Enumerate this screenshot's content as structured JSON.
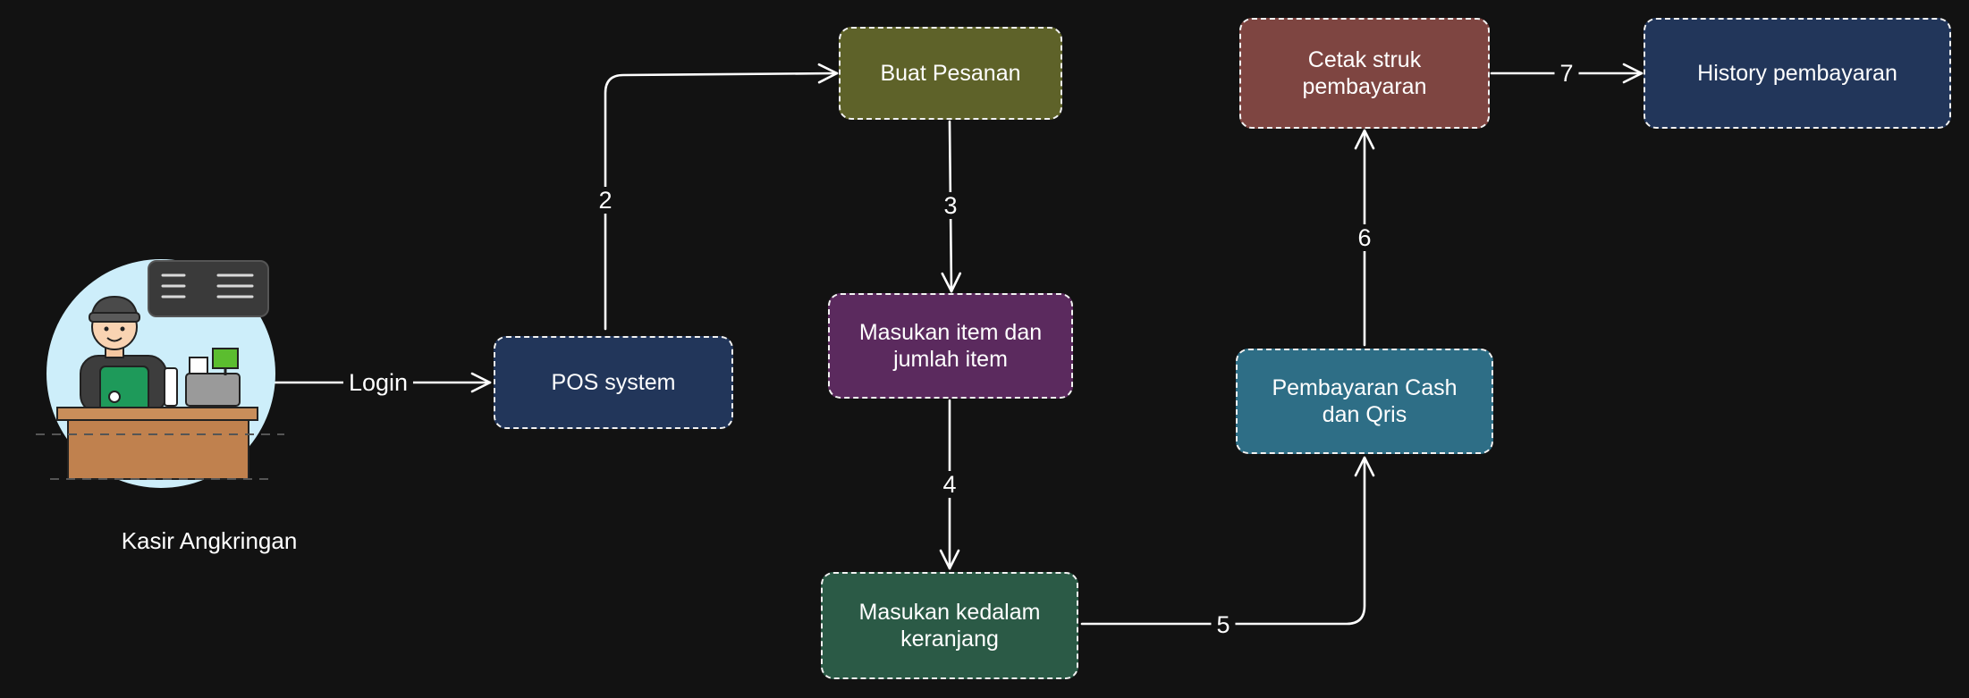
{
  "actor": {
    "label": "Kasir Angkringan"
  },
  "nodes": {
    "pos": {
      "label": "POS system",
      "color": "#22365a"
    },
    "buat": {
      "label": "Buat Pesanan",
      "color": "#5e6229"
    },
    "masukan_item": {
      "label": "Masukan item dan\njumlah item",
      "color": "#5b2a5e"
    },
    "keranjang": {
      "label": "Masukan kedalam\nkeranjang",
      "color": "#2b5a46"
    },
    "pembayaran": {
      "label": "Pembayaran Cash\ndan Qris",
      "color": "#2e6e86"
    },
    "cetak": {
      "label": "Cetak struk\npembayaran",
      "color": "#7e4541"
    },
    "history": {
      "label": "History pembayaran",
      "color": "#22365a"
    }
  },
  "edges": {
    "login": "Login",
    "e2": "2",
    "e3": "3",
    "e4": "4",
    "e5": "5",
    "e6": "6",
    "e7": "7"
  }
}
